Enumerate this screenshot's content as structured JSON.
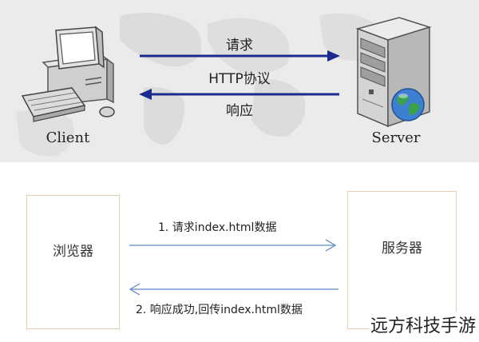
{
  "top_diagram": {
    "request_label": "请求",
    "protocol_label": "HTTP协议",
    "response_label": "响应",
    "client_caption": "Client",
    "server_caption": "Server"
  },
  "bottom_diagram": {
    "browser_label": "浏览器",
    "server_label": "服务器",
    "request_message": "1. 请求index.html数据",
    "response_message": "2. 响应成功,回传index.html数据"
  },
  "watermark": "远方科技手游",
  "colors": {
    "top_arrow": "#1b2a8f",
    "bottom_arrow": "#5b86c8",
    "box_border": "#e6cfb0",
    "panel_bg": "#ebebeb"
  }
}
